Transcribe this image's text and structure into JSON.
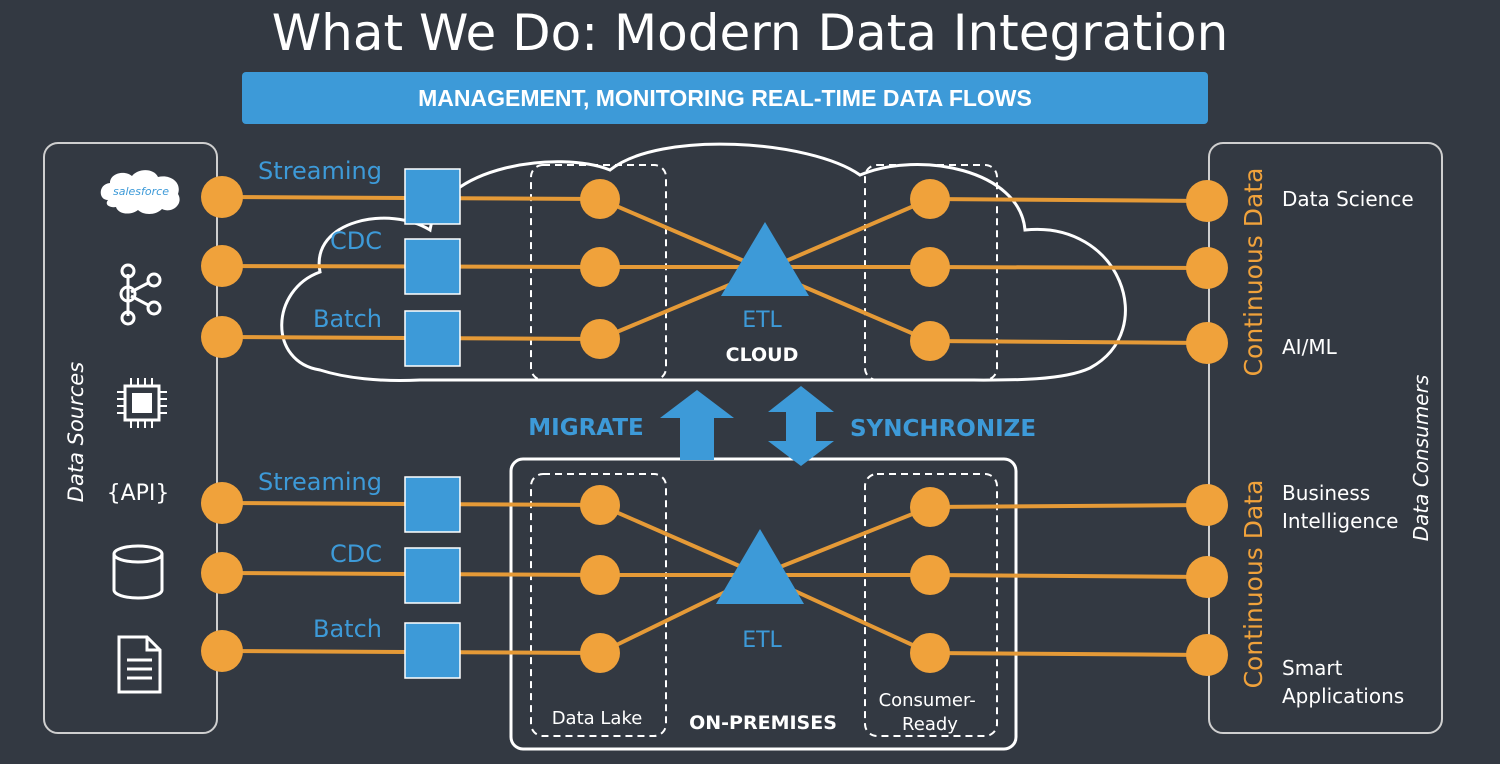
{
  "title": "What We Do: Modern Data Integration",
  "banner": "MANAGEMENT, MONITORING REAL-TIME DATA FLOWS",
  "sources": {
    "label": "Data Sources",
    "salesforce_logo": "salesforce",
    "api_label": "{API}"
  },
  "ingest_labels": {
    "cloud": [
      "Streaming",
      "CDC",
      "Batch"
    ],
    "onprem": [
      "Streaming",
      "CDC",
      "Batch"
    ]
  },
  "cloud": {
    "name": "CLOUD",
    "etl": "ETL"
  },
  "onprem": {
    "name": "ON-PREMISES",
    "etl": "ETL",
    "lake": "Data Lake",
    "consumer_ready": "Consumer-\nReady"
  },
  "middle": {
    "migrate": "MIGRATE",
    "synchronize": "SYNCHRONIZE"
  },
  "continuous": [
    "Continuous Data",
    "Continuous Data"
  ],
  "consumers": {
    "label": "Data Consumers",
    "items": [
      "Data Science",
      "AI/ML",
      "Business\nIntelligence",
      "Smart\nApplications"
    ]
  },
  "colors": {
    "background": "#333942",
    "accent_blue": "#3d9ad8",
    "node_orange": "#f0a23b",
    "line_orange": "#e59a37",
    "frame": "#cfcfcf"
  }
}
